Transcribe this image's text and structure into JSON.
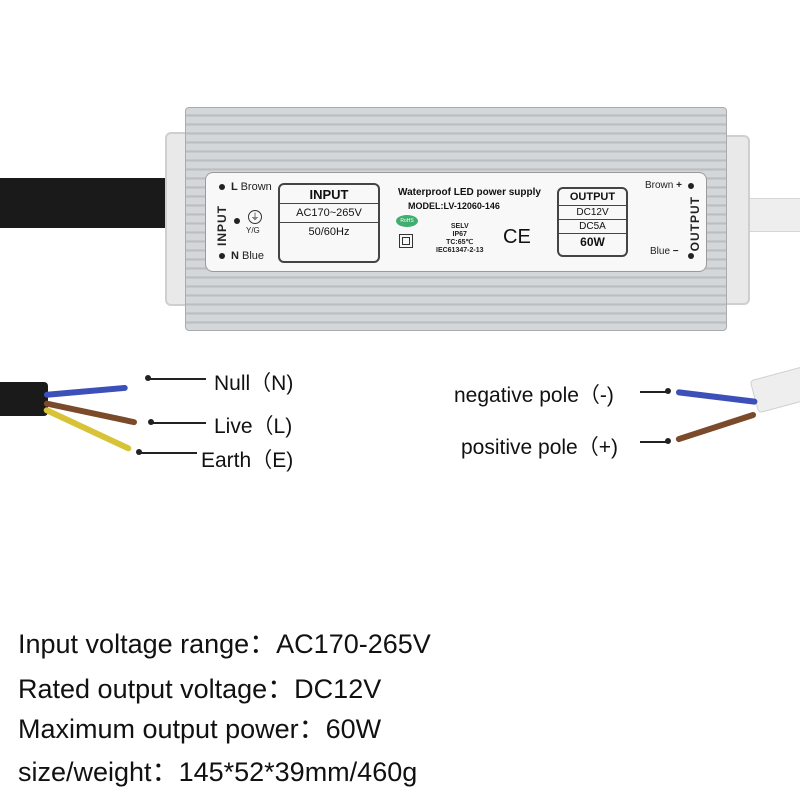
{
  "device": {
    "title": "Waterproof LED power supply",
    "model": "MODEL:LV-12060-146",
    "input_side_label": "INPUT",
    "output_side_label": "OUTPUT",
    "left_terminals": [
      {
        "symbol": "L",
        "color_name": "Brown"
      },
      {
        "symbol": "Y/G",
        "color_name": ""
      },
      {
        "symbol": "N",
        "color_name": "Blue"
      }
    ],
    "right_terminals": [
      {
        "color_name": "Brown",
        "sign": "+"
      },
      {
        "color_name": "Blue",
        "sign": "−"
      }
    ],
    "input_table": {
      "header": "INPUT",
      "rows": [
        "AC170~265V",
        "50/60Hz"
      ]
    },
    "output_table": {
      "header": "OUTPUT",
      "rows": [
        "DC12V",
        "DC5A",
        "60W"
      ]
    },
    "certifications": [
      "SELV",
      "IP67",
      "TC:65℃",
      "IEC61347-2-13"
    ],
    "rohs": "RoHS",
    "ce": "CE"
  },
  "wiring": {
    "input": [
      {
        "label": "Null（N)",
        "color": "#3d4fb8"
      },
      {
        "label": "Live（L)",
        "color": "#7a4a2a"
      },
      {
        "label": "Earth（E)",
        "color": "#d8c235"
      }
    ],
    "output": [
      {
        "label": "negative pole（-)",
        "color": "#3d4fb8"
      },
      {
        "label": "positive pole（+)",
        "color": "#7a4a2a"
      }
    ]
  },
  "specs": [
    "Input voltage range：AC170-265V",
    "Rated output voltage：DC12V",
    "Maximum output power：60W",
    "size/weight：145*52*39mm/460g"
  ]
}
